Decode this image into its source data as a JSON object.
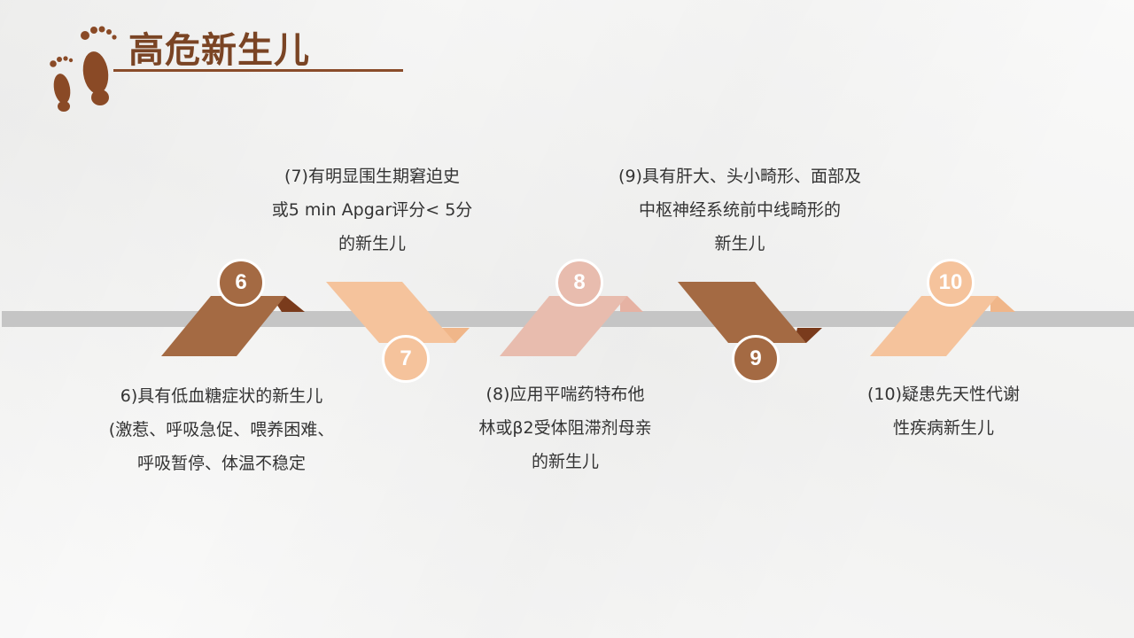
{
  "page": {
    "title": "高危新生儿"
  },
  "colors": {
    "brown_dark": "#a46a43",
    "peach": "#f5c39c",
    "pink": "#e8bcae",
    "accent_dark": "#7a3b1c",
    "bar": "#c5c5c5"
  },
  "steps": [
    {
      "num": "6",
      "lines": [
        "6)具有低血糖症状的新生儿",
        "(激惹、呼吸急促、喂养困难、",
        "呼吸暂停、体温不稳定"
      ]
    },
    {
      "num": "7",
      "lines": [
        "(7)有明显围生期窘迫史",
        "或5 min Apgar评分< 5分",
        "的新生儿"
      ]
    },
    {
      "num": "8",
      "lines": [
        "(8)应用平喘药特布他",
        "林或β2受体阻滞剂母亲",
        "的新生儿"
      ]
    },
    {
      "num": "9",
      "lines": [
        "(9)具有肝大、头小畸形、面部及",
        "中枢神经系统前中线畸形的",
        "新生儿"
      ]
    },
    {
      "num": "10",
      "lines": [
        "(10)疑患先天性代谢",
        "性疾病新生儿"
      ]
    }
  ]
}
